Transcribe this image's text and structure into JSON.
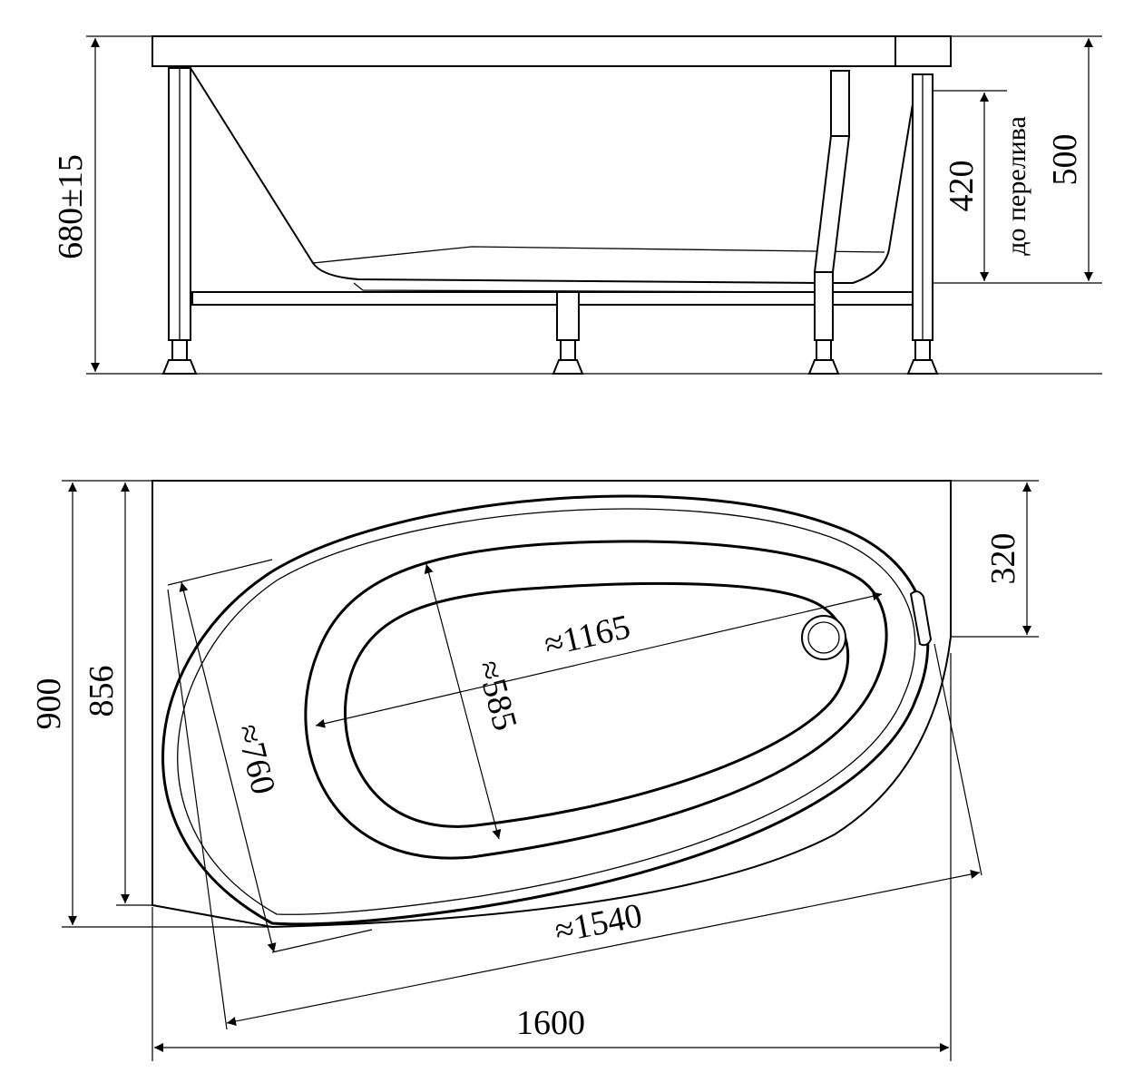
{
  "side_view": {
    "dim_total_height": "680±15",
    "dim_overflow": "420",
    "dim_overflow_note": "до перелива",
    "dim_depth": "500"
  },
  "top_view": {
    "dim_width_total": "900",
    "dim_width_inner": "856",
    "dim_right_edge": "320",
    "dim_bowl_length": "≈1165",
    "dim_bowl_width": "≈585",
    "dim_rim_width": "≈760",
    "dim_rim_length": "≈1540",
    "dim_length": "1600"
  }
}
